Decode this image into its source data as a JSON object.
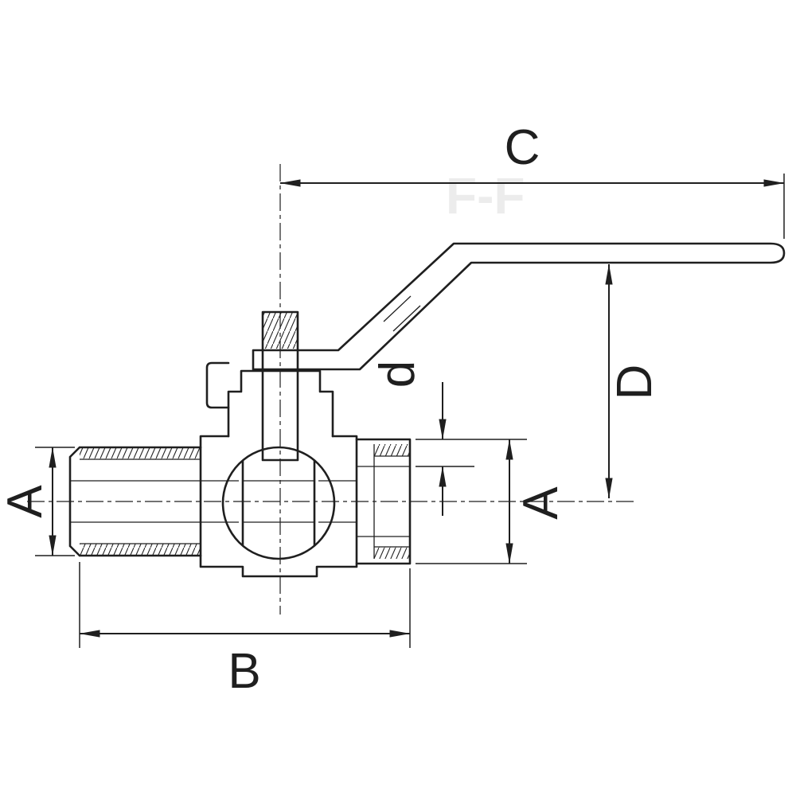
{
  "drawing": {
    "kind": "engineering line drawing",
    "subject": "ball valve with lever handle, sectional side view",
    "background": "#ffffff",
    "ink_color": "#1f1f1f",
    "watermark": "F-F"
  },
  "dimension_labels": {
    "C": "C",
    "D": "D",
    "d": "d",
    "A_left": "A",
    "A_right": "A",
    "B": "B"
  }
}
